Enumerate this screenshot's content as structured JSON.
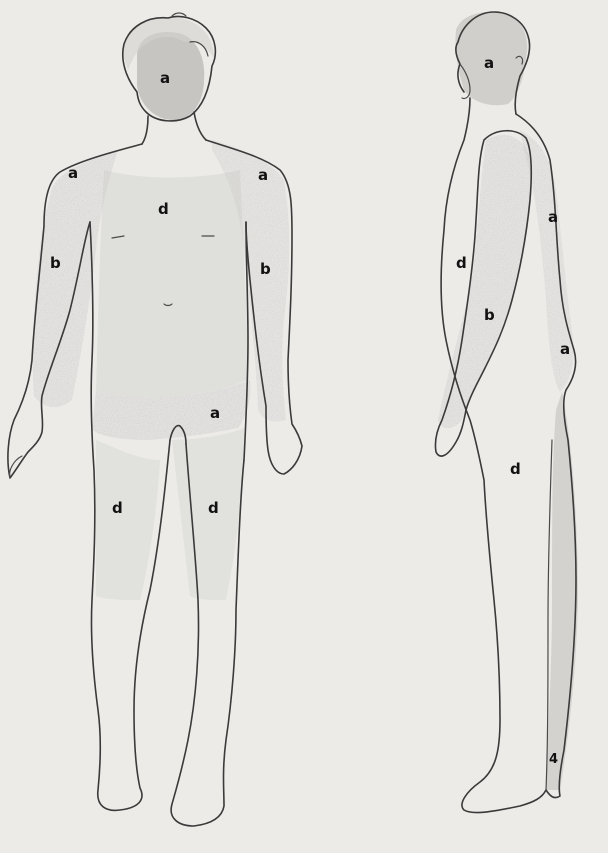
{
  "figure": {
    "front_labels": {
      "head": "a",
      "shoulder_left": "a",
      "shoulder_right": "a",
      "chest": "d",
      "arm_left": "b",
      "arm_right": "b",
      "groin": "a",
      "thigh_left": "d",
      "thigh_right": "d"
    },
    "side_labels": {
      "head": "a",
      "back": "a",
      "trunk": "d",
      "arm": "b",
      "buttock": "a",
      "leg": "d",
      "calf": "4"
    }
  }
}
